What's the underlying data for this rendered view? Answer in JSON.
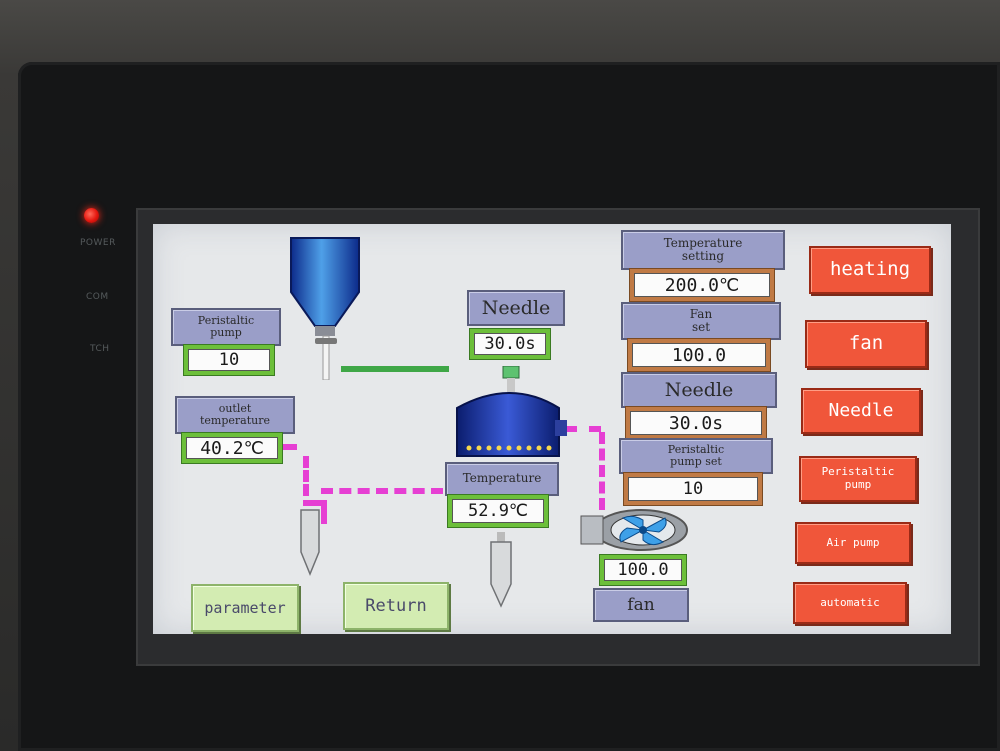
{
  "bezel": {
    "labels": [
      "POWER",
      "COM",
      "TCH"
    ]
  },
  "left": {
    "peristaltic_title": "Peristaltic\npump",
    "peristaltic_value": "10",
    "outlet_title": "outlet\ntemperature",
    "outlet_value": "40.2℃"
  },
  "center": {
    "needle_title": "Needle",
    "needle_value": "30.0s",
    "temperature_title": "Temperature",
    "temperature_value": "52.9℃",
    "fan_value": "100.0",
    "fan_title": "fan"
  },
  "settings": {
    "temp_setting_title": "Temperature\nsetting",
    "temp_setting_value": "200.0℃",
    "fan_set_title": "Fan\nset",
    "fan_set_value": "100.0",
    "needle_title": "Needle",
    "needle_value": "30.0s",
    "peristaltic_set_title": "Peristaltic\npump set",
    "peristaltic_set_value": "10"
  },
  "controls": {
    "heating": "heating",
    "fan": "fan",
    "needle": "Needle",
    "peristaltic": "Peristaltic\npump",
    "air_pump": "Air pump",
    "automatic": "automatic"
  },
  "nav": {
    "parameter": "parameter",
    "return": "Return"
  },
  "colors": {
    "button_red": "#f0563a",
    "title_lavender": "#9a9ec8",
    "value_green": "#6cbf3a",
    "value_orange": "#c07a45",
    "pipe_pink": "#e63fd3",
    "pipe_green": "#3fa747",
    "power_led": "#e4160e"
  },
  "icons": [
    "power-led",
    "hopper-icon",
    "chamber-icon",
    "collector-icon",
    "fan-blower-icon"
  ]
}
